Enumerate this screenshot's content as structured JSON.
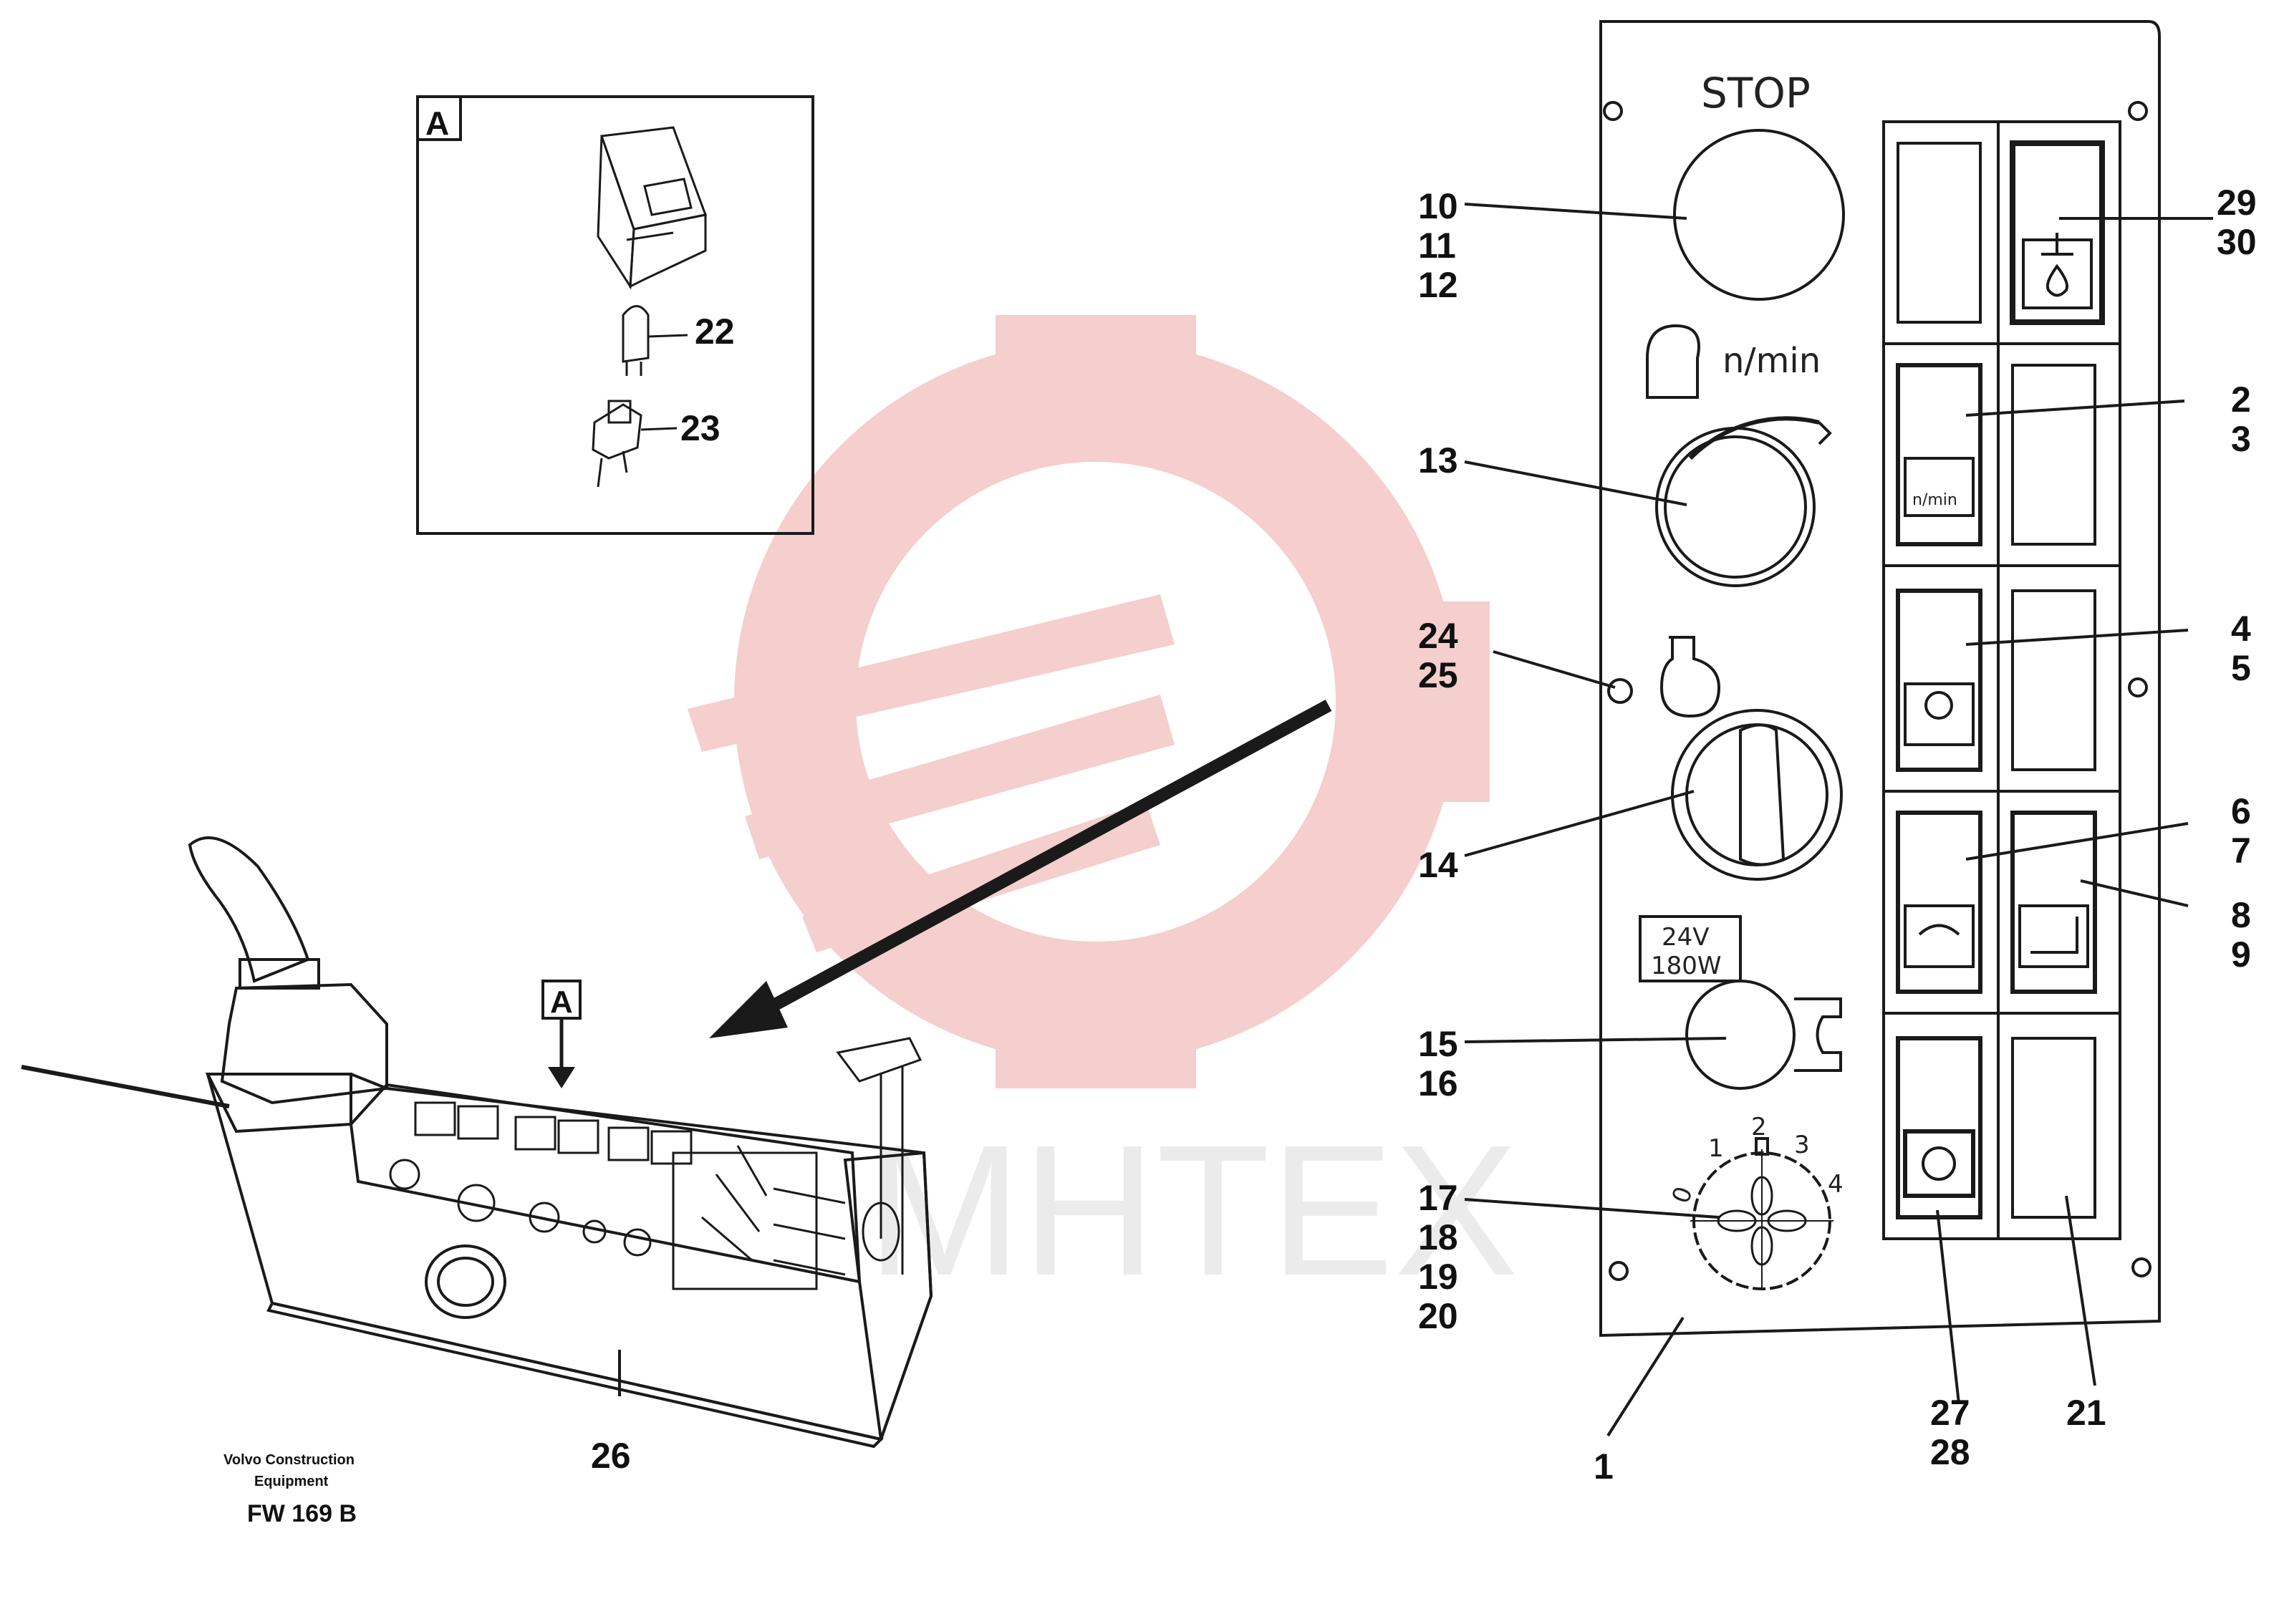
{
  "detail": {
    "tag": "A",
    "callouts": [
      "22",
      "23"
    ]
  },
  "arrow_tag": "A",
  "panel": {
    "stop_text": "STOP",
    "rpm_text": "n/min",
    "rpm_switch_text": "n/min",
    "power_line1": "24V",
    "power_line2": "180W",
    "fan_scale": [
      "0",
      "1",
      "2",
      "3",
      "4"
    ]
  },
  "callouts": {
    "c1": "1",
    "c2": "2",
    "c3": "3",
    "c4": "4",
    "c5": "5",
    "c6": "6",
    "c7": "7",
    "c8": "8",
    "c9": "9",
    "c10": "10",
    "c11": "11",
    "c12": "12",
    "c13": "13",
    "c14": "14",
    "c15": "15",
    "c16": "16",
    "c17": "17",
    "c18": "18",
    "c19": "19",
    "c20": "20",
    "c21": "21",
    "c24": "24",
    "c25": "25",
    "c26": "26",
    "c27": "27",
    "c28": "28",
    "c29": "29",
    "c30": "30"
  },
  "footer": {
    "line1": "Volvo Construction",
    "line2": "Equipment",
    "code": "FW 169 B"
  },
  "watermark": {
    "text": "MHTEX",
    "color": "#f4c6c6"
  },
  "colors": {
    "ink": "#1a1a1a",
    "watermark": "#f4c6c6"
  }
}
